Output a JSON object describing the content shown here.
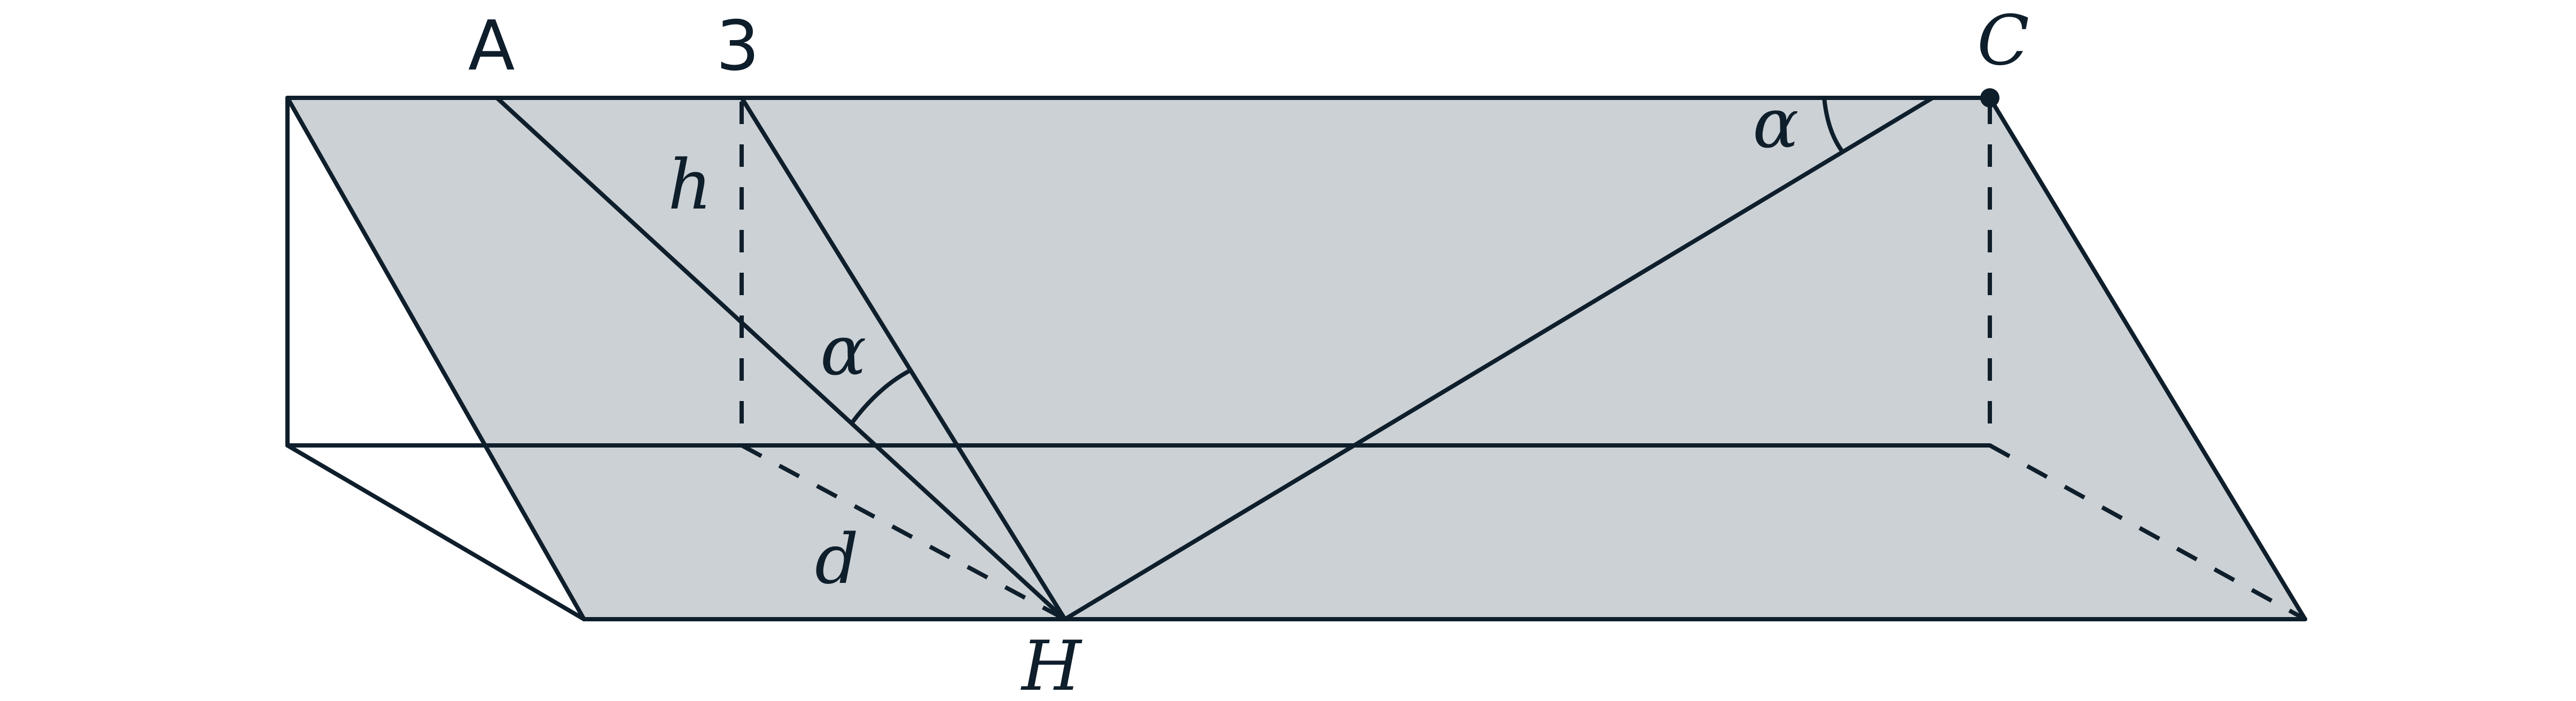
{
  "diagram": {
    "labels": {
      "point_a": "A",
      "point_3": "3",
      "point_c": "C",
      "point_h": "H",
      "height": "h",
      "distance": "d",
      "angle_mid": "α",
      "angle_top": "α"
    },
    "colors": {
      "plane_fill": "#cbd1d5",
      "line": "#0f1e2b",
      "background": "#ffffff"
    }
  }
}
